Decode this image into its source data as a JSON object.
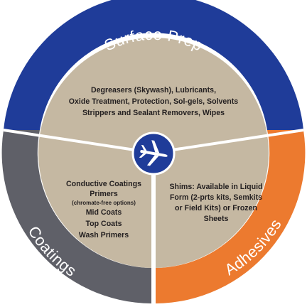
{
  "segments": {
    "surface_prep": {
      "title": "Surface Prep",
      "lines": [
        "Degreasers (Skywash), Lubricants,",
        "Oxide Treatment, Protection, Sol-gels, Solvents",
        "Strippers and Sealant Removers, Wipes"
      ],
      "ring_color": "#1f3c99"
    },
    "coatings": {
      "title": "Coatings",
      "lines": [
        "Conductive Coatings",
        "Primers",
        "(chromate-free options)",
        "Mid Coats",
        "Top Coats",
        "Wash Primers"
      ],
      "ring_color": "#5f6068"
    },
    "adhesives": {
      "title": "Adhesives",
      "lines": [
        "Shims: Available in Liquid",
        "Form (2-prts kits, Semkits",
        "or Field Kits) or Frozen",
        "Sheets"
      ],
      "ring_color": "#ec7a2f"
    }
  },
  "center_icon": "airplane-icon",
  "colors": {
    "inner_fill": "#c5b8a2",
    "center_fill": "#1f3c99",
    "divider": "#ffffff"
  }
}
